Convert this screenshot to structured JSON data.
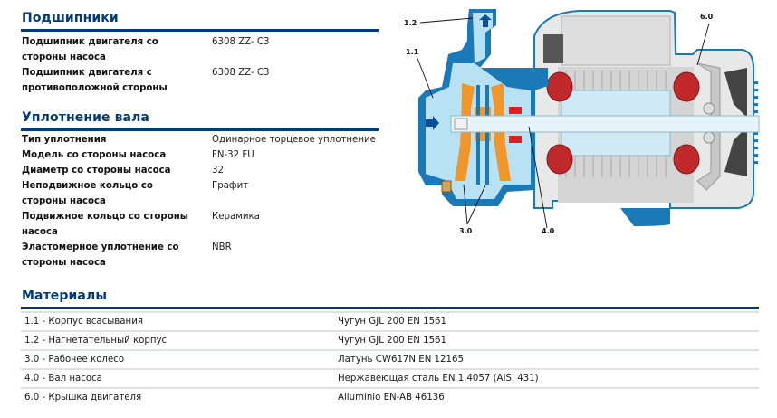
{
  "bearings": {
    "title": "Подшипники",
    "rows": [
      {
        "key_line1": "Подшипник двигателя со",
        "key_line2": "стороны насоса",
        "value": "6308 ZZ- C3"
      },
      {
        "key_line1": "Подшипник двигателя с",
        "key_line2": "противоположной стороны",
        "value": "6308 ZZ- C3"
      }
    ]
  },
  "shaft_seal": {
    "title": "Уплотнение вала",
    "rows": [
      {
        "key_line1": "Тип уплотнения",
        "key_line2": "",
        "value": "Одинарное торцевое уплотнение"
      },
      {
        "key_line1": "Модель со стороны насоса",
        "key_line2": "",
        "value": "FN-32 FU"
      },
      {
        "key_line1": "Диаметр со стороны насоса",
        "key_line2": "",
        "value": "32"
      },
      {
        "key_line1": "Неподвижное кольцо со",
        "key_line2": "стороны насоса",
        "value": "Графит"
      },
      {
        "key_line1": "Подвижное кольцо со стороны",
        "key_line2": "насоса",
        "value": "Керамика"
      },
      {
        "key_line1": "Эластомерное уплотнение со",
        "key_line2": "стороны насоса",
        "value": "NBR"
      }
    ]
  },
  "materials": {
    "title": "Материалы",
    "rows": [
      {
        "part": "1.1 - Корпус всасывания",
        "material": "Чугун GJL 200 EN 1561"
      },
      {
        "part": "1.2 - Нагнетательный корпус",
        "material": "Чугун GJL 200 EN 1561"
      },
      {
        "part": "3.0 - Рабочее колесо",
        "material": "Латунь CW617N EN 12165"
      },
      {
        "part": "4.0 - Вал насоса",
        "material": "Нержавеющая сталь EN 1.4057 (AISI 431)"
      },
      {
        "part": "6.0 - Крышка двигателя",
        "material": "Alluminio EN-AB 46136"
      }
    ]
  },
  "diagram": {
    "callouts": [
      "1.2",
      "1.1",
      "6.0",
      "3.0",
      "4.0"
    ],
    "colors": {
      "casing": "#1a7ab8",
      "water": "#b8e2f4",
      "impeller": "#f0962a",
      "winding": "#c0282a",
      "motor_grey": "#d9d9d9",
      "accent": "#003a78"
    }
  }
}
